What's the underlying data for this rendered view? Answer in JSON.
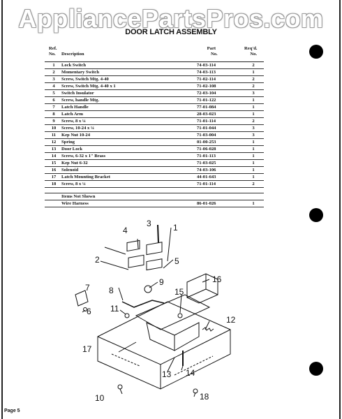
{
  "watermark": "AppliancePartsPros.com",
  "title": "DOOR LATCH ASSEMBLY",
  "headers": {
    "ref_line1": "Ref.",
    "ref_line2": "No.",
    "desc": "Description",
    "part_line1": "Part",
    "part_line2": "No.",
    "req_line1": "Req'd.",
    "req_line2": "No."
  },
  "rows": [
    {
      "ref": "1",
      "desc": "Lock Switch",
      "part": "74-03-114",
      "qty": "2"
    },
    {
      "ref": "2",
      "desc": "Momentary Switch",
      "part": "74-03-113",
      "qty": "1"
    },
    {
      "ref": "3",
      "desc": "Screw, Switch Mtg. 4-40",
      "part": "71-02-114",
      "qty": "2"
    },
    {
      "ref": "4",
      "desc": "Screw, Switch Mtg. 4-40 x 1",
      "part": "71-02-108",
      "qty": "2"
    },
    {
      "ref": "5",
      "desc": "Switch Insulator",
      "part": "72-03-104",
      "qty": "3"
    },
    {
      "ref": "6",
      "desc": "Screw, handle Mtg.",
      "part": "71-01-122",
      "qty": "1"
    },
    {
      "ref": "7",
      "desc": "Latch Handle",
      "part": "77-01-084",
      "qty": "1"
    },
    {
      "ref": "8",
      "desc": "Latch Arm",
      "part": "28-03-023",
      "qty": "1"
    },
    {
      "ref": "9",
      "desc": "Screw, 8 x ¼",
      "part": "71-01-114",
      "qty": "2"
    },
    {
      "ref": "10",
      "desc": "Screw, 10-24 x ¼",
      "part": "71-01-044",
      "qty": "3"
    },
    {
      "ref": "11",
      "desc": "Kep Nut 10-24",
      "part": "71-03-004",
      "qty": "3"
    },
    {
      "ref": "12",
      "desc": "Spring",
      "part": "01-00-253",
      "qty": "1"
    },
    {
      "ref": "13",
      "desc": "Door Lock",
      "part": "71-06-028",
      "qty": "1"
    },
    {
      "ref": "14",
      "desc": "Screw, 6-32 x 1\" Brass",
      "part": "71-01-113",
      "qty": "1"
    },
    {
      "ref": "15",
      "desc": "Kep Nut 6-32",
      "part": "71-03-025",
      "qty": "1"
    },
    {
      "ref": "16",
      "desc": "Solenoid",
      "part": "74-03-106",
      "qty": "1"
    },
    {
      "ref": "17",
      "desc": "Latch Mounting Bracket",
      "part": "44-01-643",
      "qty": "1"
    },
    {
      "ref": "18",
      "desc": "Screw, 8 x ¼",
      "part": "71-01-114",
      "qty": "2"
    }
  ],
  "not_shown": {
    "heading": "Items Not Shown",
    "desc": "Wire Harness",
    "part": "86-01-026",
    "qty": "1"
  },
  "callouts": [
    "1",
    "2",
    "3",
    "4",
    "5",
    "6",
    "7",
    "8",
    "9",
    "10",
    "11",
    "12",
    "13",
    "14",
    "15",
    "16",
    "17",
    "18"
  ],
  "footer": "Page 5"
}
